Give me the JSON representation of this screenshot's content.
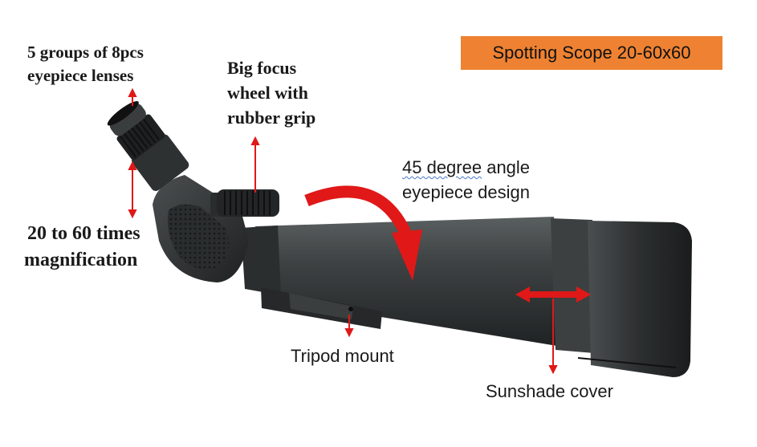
{
  "title": "Spotting Scope 20-60x60",
  "colors": {
    "title_bg": "#ee8232",
    "arrow": "#e01818",
    "body": "#3a3d3d"
  },
  "labels": {
    "eyepiece_lenses": [
      "5 groups of 8pcs",
      "eyepiece lenses"
    ],
    "focus_wheel": [
      "Big focus",
      "wheel with",
      "rubber grip"
    ],
    "angle_design": {
      "underlined": "45 degree",
      "rest": " angle",
      "line2": "eyepiece design"
    },
    "magnification": [
      "20 to 60 times",
      "magnification"
    ],
    "tripod_mount": "Tripod mount",
    "sunshade_cover": "Sunshade cover"
  }
}
